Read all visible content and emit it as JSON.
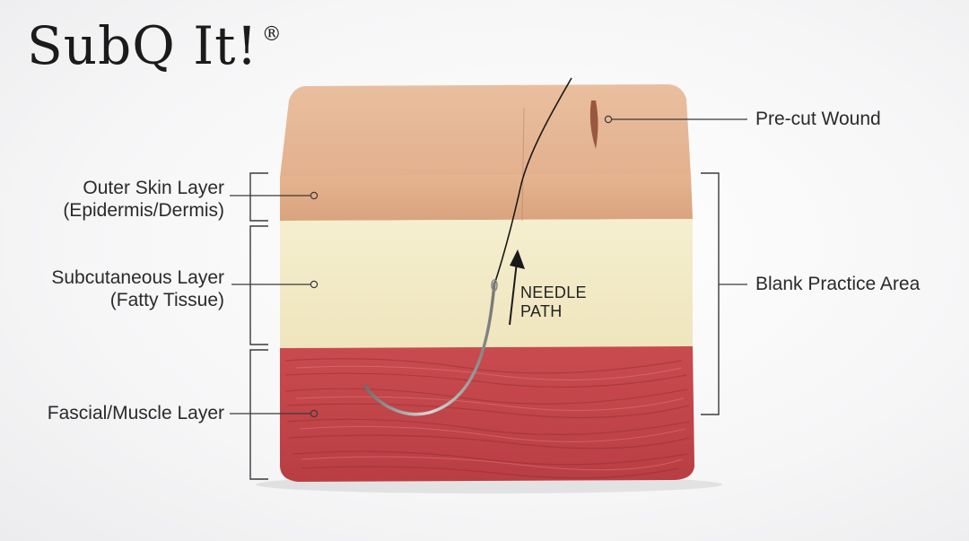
{
  "brand": {
    "name": "SubQ It!",
    "mark": "®"
  },
  "labels": {
    "outer_skin": {
      "title": "Outer Skin Layer",
      "sub": "(Epidermis/Dermis)"
    },
    "subcutaneous": {
      "title": "Subcutaneous Layer",
      "sub": "(Fatty Tissue)"
    },
    "fascial": {
      "title": "Fascial/Muscle Layer"
    },
    "precut": {
      "title": "Pre-cut Wound"
    },
    "blank_area": {
      "title": "Blank Practice Area"
    },
    "needle_path": {
      "line1": "NEEDLE",
      "line2": "PATH"
    }
  },
  "colors": {
    "skin": "#e9b994",
    "fat": "#f3ecc9",
    "muscle": "#c7474c",
    "lines": "#3a3a3a"
  }
}
